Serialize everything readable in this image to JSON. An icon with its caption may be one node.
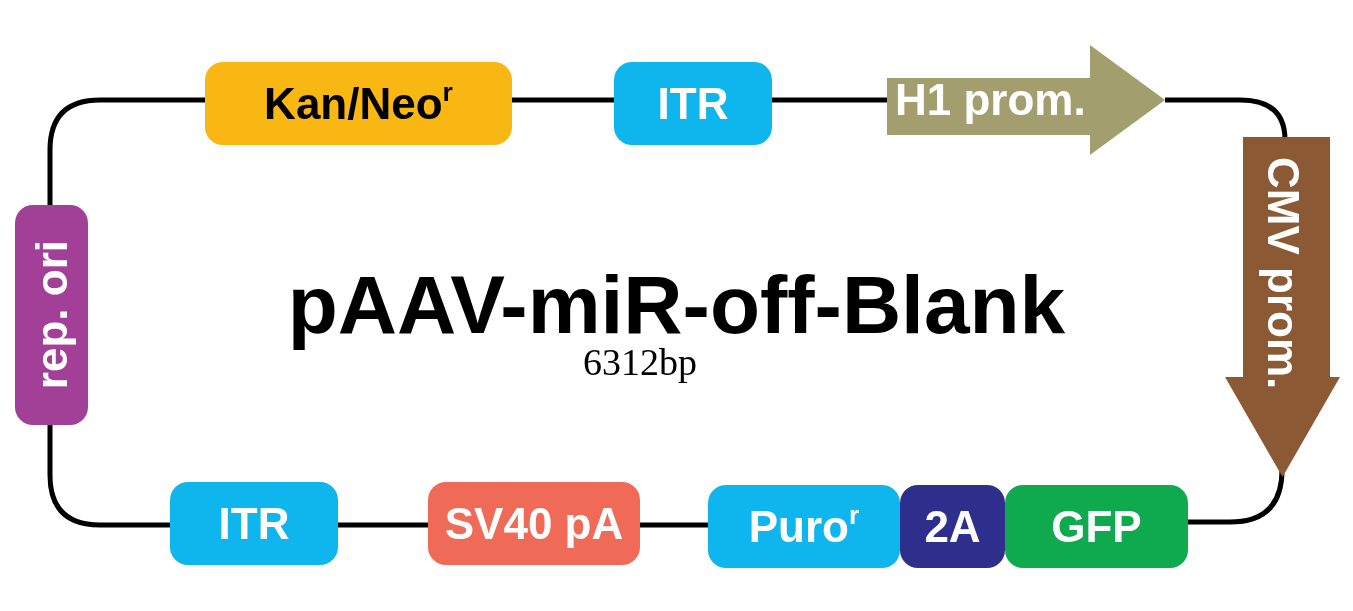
{
  "diagram": {
    "title": "pAAV-miR-off-Blank",
    "nodes": [
      {
        "text": [
          "Kan/Neo$^{r}$"
        ]
      },
      {
        "text": [
          "ITR"
        ]
      },
      {
        "text": [
          "H1 prom."
        ]
      },
      {
        "text": [
          "rep. ori"
        ]
      },
      {
        "text": [
          "CMV prom."
        ]
      },
      {
        "text": [
          "ITR"
        ]
      },
      {
        "text": [
          "SV40 pA"
        ]
      },
      {
        "text": [
          "Puro$^{r}$"
        ]
      },
      {
        "text": [
          "2A"
        ]
      },
      {
        "text": [
          "GFP"
        ]
      }
    ],
    "edges": [
      {
        "from": 0,
        "to": 1,
        "arrow": "none"
      },
      {
        "from": 1,
        "to": 2,
        "arrow": "none"
      },
      {
        "from": 2,
        "to": 4,
        "arrow": "none"
      },
      {
        "from": 4,
        "to": 9,
        "arrow": "none"
      },
      {
        "from": 7,
        "to": 6,
        "arrow": "none"
      },
      {
        "from": 6,
        "to": 5,
        "arrow": "none"
      },
      {
        "from": 5,
        "to": 3,
        "arrow": "none"
      },
      {
        "from": 3,
        "to": 0,
        "arrow": "none"
      }
    ],
    "labels": [
      "6312bp"
    ]
  }
}
